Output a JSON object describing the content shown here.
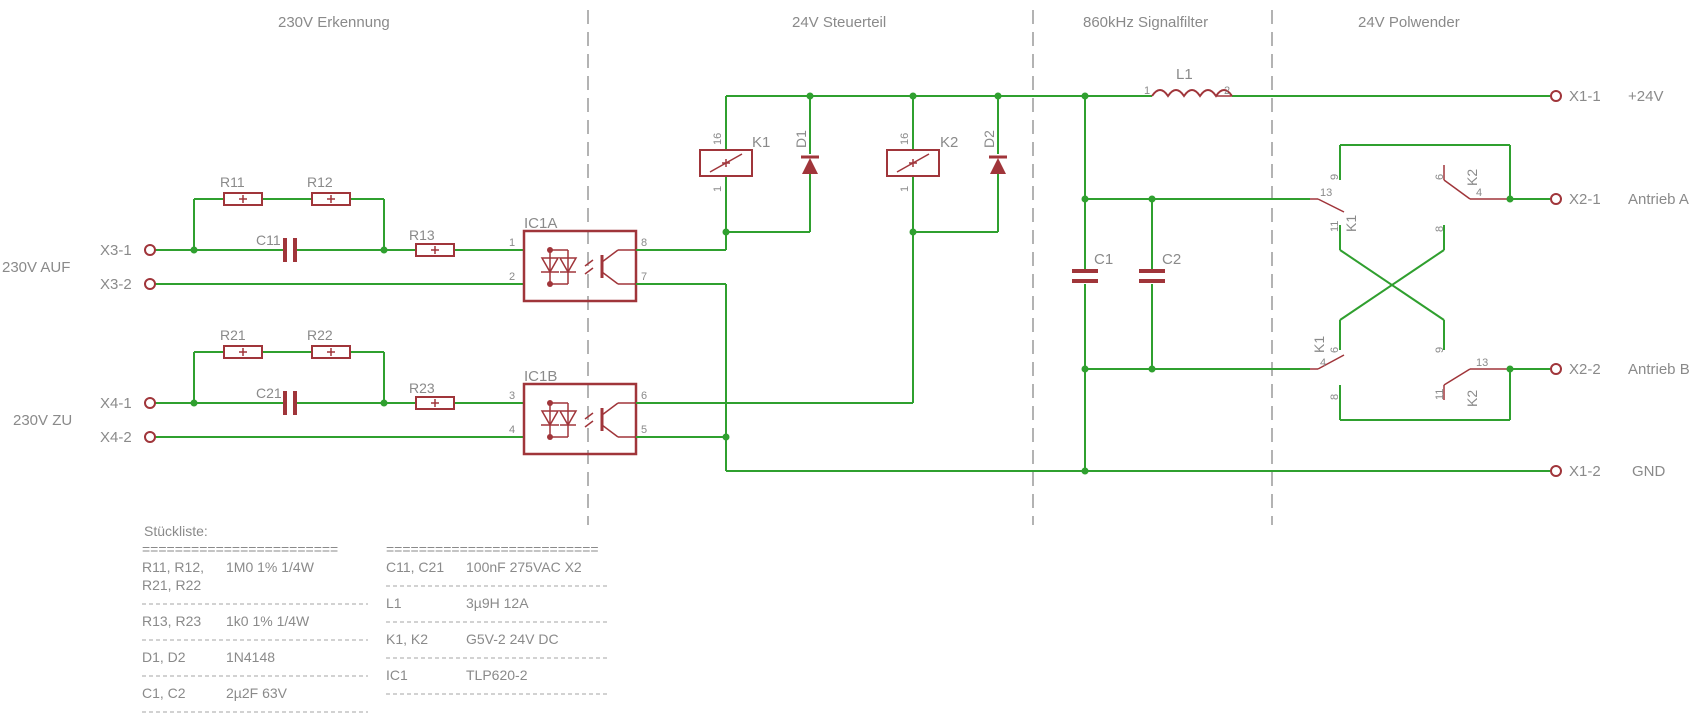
{
  "sections": {
    "s1": "230V Erkennung",
    "s2": "24V Steuerteil",
    "s3": "860kHz Signalfilter",
    "s4": "24V Polwender"
  },
  "inputs": {
    "x31": "X3-1",
    "x32": "X3-2",
    "x41": "X4-1",
    "x42": "X4-2",
    "auf": "230V AUF",
    "zu": "230V ZU"
  },
  "outputs": {
    "x11": "X1-1",
    "x21": "X2-1",
    "x22": "X2-2",
    "x12": "X1-2",
    "p24": "+24V",
    "antrieb_a": "Antrieb A",
    "antrieb_b": "Antrieb B",
    "gnd": "GND"
  },
  "parts": {
    "r11": "R11",
    "r12": "R12",
    "c11": "C11",
    "r13": "R13",
    "r21": "R21",
    "r22": "R22",
    "c21": "C21",
    "r23": "R23",
    "ic1a": "IC1A",
    "ic1b": "IC1B",
    "k1": "K1",
    "k2": "K2",
    "d1": "D1",
    "d2": "D2",
    "l1": "L1",
    "c1": "C1",
    "c2": "C2"
  },
  "pins": {
    "p1": "1",
    "p2": "2",
    "p3": "3",
    "p4": "4",
    "p5": "5",
    "p6": "6",
    "p7": "7",
    "p8": "8",
    "p9": "9",
    "p11": "11",
    "p13": "13",
    "p16": "16"
  },
  "bom": {
    "title": "Stückliste:",
    "rule_double_left": "========================",
    "rule_double_right": "==========================",
    "left": [
      {
        "ref": "R11, R12,",
        "ref2": "R21, R22",
        "val": "1M0  1%  1/4W"
      },
      {
        "ref": "R13, R23",
        "val": "1k0  1%  1/4W"
      },
      {
        "ref": "D1, D2",
        "val": "1N4148"
      },
      {
        "ref": "C1, C2",
        "val": "2µ2F  63V"
      }
    ],
    "right": [
      {
        "ref": "C11, C21",
        "val": "100nF  275VAC  X2"
      },
      {
        "ref": "L1",
        "val": "3µ9H  12A"
      },
      {
        "ref": "K1, K2",
        "val": "G5V-2  24V DC"
      },
      {
        "ref": "IC1",
        "val": "TLP620-2"
      }
    ]
  }
}
